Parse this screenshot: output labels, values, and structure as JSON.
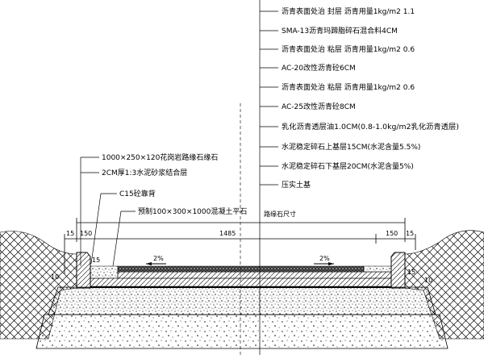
{
  "layer_labels": [
    "沥青表面处治 封层 沥青用量1kg/m2 1.1",
    "SMA-13沥青玛蹄脂碎石混合料4CM",
    "沥青表面处治 粘层 沥青用量1kg/m2 0.6",
    "AC-20改性沥青砼6CM",
    "沥青表面处治 粘层 沥青用量1kg/m2 0.6",
    "AC-25改性沥青砼8CM",
    "乳化沥青透层油1.0CM(0.8-1.0kg/m2乳化沥青透层)",
    "水泥稳定碎石上基层15CM(水泥含量5.5%)",
    "水泥稳定碎石下基层20CM(水泥含量5%)",
    "压实土基"
  ],
  "curb_labels": {
    "curb": "1000×250×120花岗岩路缘石缘石",
    "mortar": "2CM厚1:3水泥砂浆结合层",
    "backing": "C15砼靠背",
    "gutter": "预制100×300×1000混凝土平石",
    "gutter_note": "路缘石尺寸"
  },
  "dimensions": {
    "left_offset": "15",
    "left_curb": "150",
    "roadway": "1485",
    "right_curb": "150",
    "right_offset": "15",
    "curb_height_left": "15",
    "curb_height_right": "15",
    "left_gap": "10",
    "right_gap": "10"
  },
  "slopes": {
    "left": "2%",
    "right": "2%"
  }
}
